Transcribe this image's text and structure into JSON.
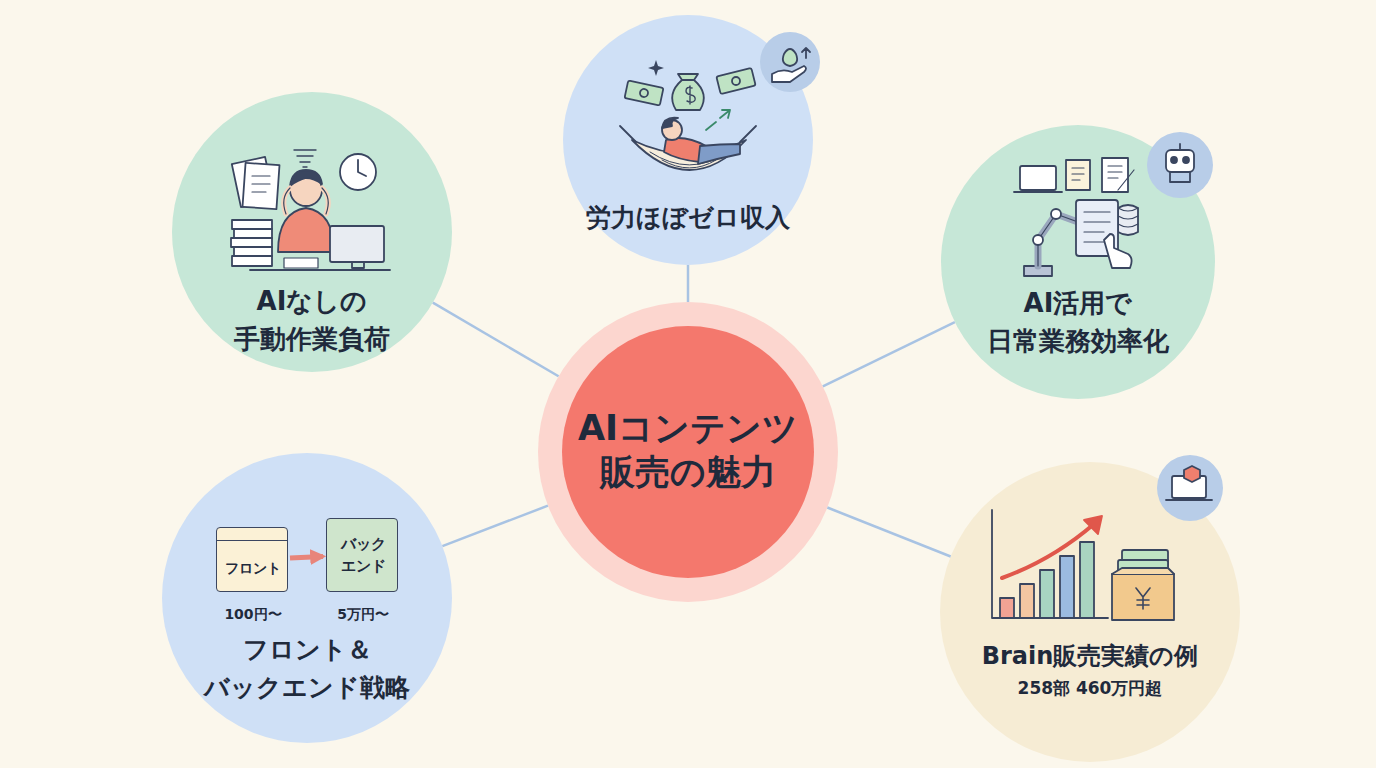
{
  "diagram": {
    "nodes": [
      {
        "text": [
          "労力ほぼゼロ収入"
        ]
      },
      {
        "text": [
          "AIなしの 手動作業負荷"
        ]
      },
      {
        "text": [
          "AI活用で 日常業務効率化"
        ]
      },
      {
        "text": [
          "AIコンテンツ 販売の魅力"
        ]
      },
      {
        "text": [
          "フロント＆ バックエンド戦略"
        ]
      },
      {
        "text": [
          "フロント",
          "100円〜"
        ],
        "in": 4
      },
      {
        "text": [
          "バック エンド",
          "5万円〜"
        ],
        "in": 4
      },
      {
        "text": [
          "Brain販売実績の例",
          "258部 460万円超"
        ]
      }
    ],
    "edges": [
      {
        "from": 3,
        "to": 0,
        "arrow": "none"
      },
      {
        "from": 3,
        "to": 1,
        "arrow": "none"
      },
      {
        "from": 3,
        "to": 2,
        "arrow": "none"
      },
      {
        "from": 3,
        "to": 4,
        "arrow": "none"
      },
      {
        "from": 3,
        "to": 7,
        "arrow": "none"
      },
      {
        "from": 5,
        "to": 6,
        "arrow": "to"
      }
    ]
  }
}
